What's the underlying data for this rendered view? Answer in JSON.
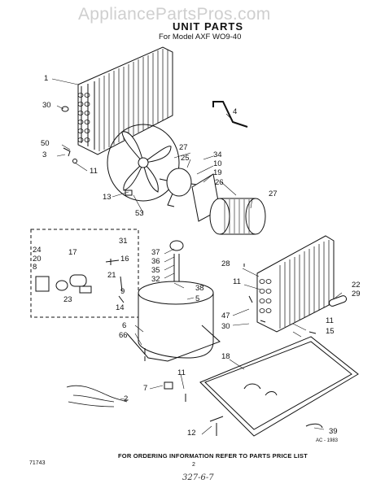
{
  "watermark": "AppliancePartsPros.com",
  "title": "UNIT PARTS",
  "subtitle": "For Model AXF WO9-40",
  "footer": "FOR ORDERING INFORMATION REFER TO PARTS PRICE LIST",
  "code_left": "71743",
  "page_number": "2",
  "code_right": "AC - 1983",
  "handwritten_note": "327-6-7",
  "callouts": [
    "1",
    "30",
    "50",
    "3",
    "11",
    "27",
    "25",
    "34",
    "10",
    "19",
    "26",
    "13",
    "53",
    "4",
    "27",
    "31",
    "24",
    "17",
    "16",
    "20",
    "8",
    "21",
    "23",
    "9",
    "14",
    "37",
    "36",
    "35",
    "32",
    "38",
    "5",
    "28",
    "11",
    "22",
    "29",
    "47",
    "30",
    "6",
    "66",
    "7",
    "11",
    "11",
    "15",
    "18",
    "2",
    "12",
    "39"
  ]
}
